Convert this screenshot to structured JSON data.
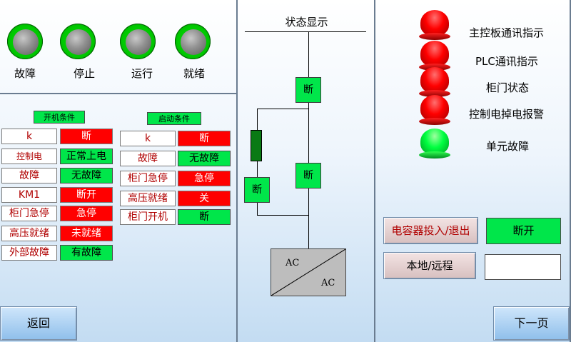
{
  "status_lamps": [
    {
      "label": "故障"
    },
    {
      "label": "停止"
    },
    {
      "label": "运行"
    },
    {
      "label": "就绪"
    }
  ],
  "startup_conditions": {
    "header": "开机条件",
    "rows": [
      {
        "name": "k",
        "value": "断",
        "value_state": "red"
      },
      {
        "name": "控制电",
        "value": "正常上电",
        "value_state": "green"
      },
      {
        "name": "故障",
        "value": "无故障",
        "value_state": "green"
      },
      {
        "name": "KM1",
        "value": "断开",
        "value_state": "red"
      },
      {
        "name": "柜门急停",
        "value": "急停",
        "value_state": "red"
      },
      {
        "name": "高压就绪",
        "value": "未就绪",
        "value_state": "red"
      },
      {
        "name": "外部故障",
        "value": "有故障",
        "value_state": "green"
      }
    ]
  },
  "start_conditions": {
    "header": "启动条件",
    "rows": [
      {
        "name": "k",
        "value": "断",
        "value_state": "red"
      },
      {
        "name": "故障",
        "value": "无故障",
        "value_state": "green"
      },
      {
        "name": "柜门急停",
        "value": "急停",
        "value_state": "red"
      },
      {
        "name": "高压就绪",
        "value": "关",
        "value_state": "red"
      },
      {
        "name": "柜门开机",
        "value": "断",
        "value_state": "green"
      }
    ]
  },
  "state_display": {
    "title": "状态显示",
    "switch_top": "断",
    "switch_bypass": "断",
    "switch_main": "断",
    "converter_top": "AC",
    "converter_bottom": "AC"
  },
  "indicators": [
    {
      "label": "主控板通讯指示",
      "color": "red"
    },
    {
      "label": "PLC通讯指示",
      "color": "red"
    },
    {
      "label": "柜门状态",
      "color": "red"
    },
    {
      "label": "控制电掉电报警",
      "color": "red"
    },
    {
      "label": "单元故障",
      "color": "green"
    }
  ],
  "capacitor": {
    "button_label": "电容器投入/退出",
    "status": "断开"
  },
  "local_remote": {
    "button_label": "本地/远程",
    "status": ""
  },
  "nav": {
    "back_label": "返回",
    "next_label": "下一页"
  },
  "colors": {
    "green": "#00e64a",
    "red": "#ff0000"
  }
}
